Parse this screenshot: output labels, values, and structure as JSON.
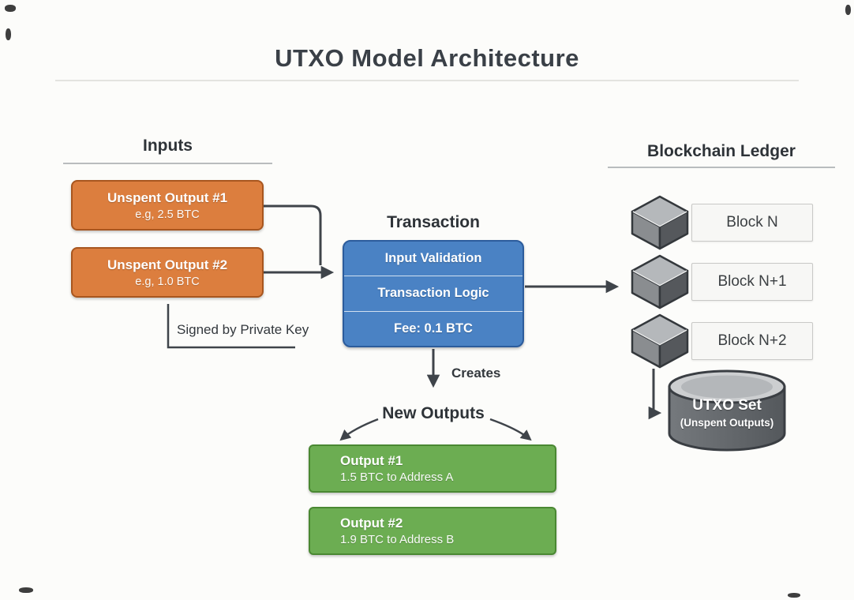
{
  "header": {
    "title": "UTXO Model Architecture"
  },
  "inputs": {
    "heading": "Inputs",
    "cards": [
      {
        "title": "Unspent Output #1",
        "subtitle": "e.g, 2.5 BTC"
      },
      {
        "title": "Unspent Output #2",
        "subtitle": "e.g, 1.0 BTC"
      }
    ],
    "annotation": "Signed by Private Key"
  },
  "transaction": {
    "heading": "Transaction",
    "rows": [
      "Input Validation",
      "Transaction Logic",
      "Fee: 0.1 BTC"
    ],
    "creates_label": "Creates"
  },
  "new_outputs": {
    "heading": "New Outputs",
    "cards": [
      {
        "title": "Output #1",
        "subtitle": "1.5 BTC to Address A"
      },
      {
        "title": "Output #2",
        "subtitle": "1.9 BTC to Address B"
      }
    ]
  },
  "ledger": {
    "heading": "Blockchain Ledger",
    "blocks": [
      {
        "label": "Block N"
      },
      {
        "label": "Block N+1"
      },
      {
        "label": "Block N+2"
      }
    ],
    "utxo_set": {
      "title": "UTXO Set",
      "subtitle": "(Unspent Outputs)"
    }
  },
  "colors": {
    "input_card": "#DC7E3E",
    "input_card_border": "#A8561F",
    "transaction_card": "#4A82C4",
    "transaction_card_border": "#2C5C9C",
    "output_card": "#6CAD52",
    "output_card_border": "#4A8832",
    "connector": "#3F444A",
    "block_label_bg": "#F7F7F5",
    "cube_top": "#B5B8BB",
    "cube_left": "#8A8D90",
    "cube_right": "#55585C",
    "cylinder_body": "#63676B",
    "cylinder_top": "#CCCED0",
    "heading_text": "#2E3338",
    "card_text": "#FFFFFF"
  }
}
